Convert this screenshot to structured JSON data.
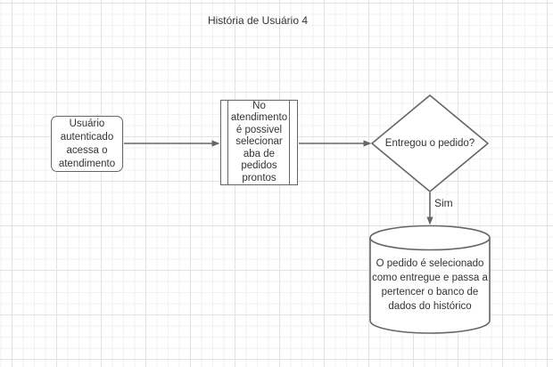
{
  "diagram": {
    "title": "História de Usuário 4",
    "nodes": {
      "start": {
        "shape": "rounded-rectangle",
        "label": "Usuário\nautenticado\nacessa o\natendimento"
      },
      "process": {
        "shape": "predefined-process",
        "label": "No\natendimento\né possivel\nselecionar\naba de\npedidos\nprontos"
      },
      "decision": {
        "shape": "diamond",
        "label": "Entregou o pedido?"
      },
      "database": {
        "shape": "cylinder",
        "label": "O pedido é selecionado\ncomo entregue e passa a\npertencer o banco de\ndados do histórico"
      }
    },
    "edges": {
      "start_to_process": {
        "from": "start",
        "to": "process",
        "label": ""
      },
      "process_to_decision": {
        "from": "process",
        "to": "decision",
        "label": ""
      },
      "decision_to_database": {
        "from": "decision",
        "to": "database",
        "label": "Sim"
      }
    },
    "colors": {
      "shape_stroke": "#666666",
      "shape_fill": "#ffffff",
      "text": "#333333",
      "background": "#ffffff",
      "grid_minor": "#f2f2f2",
      "grid_major": "#e2e2e2"
    }
  }
}
